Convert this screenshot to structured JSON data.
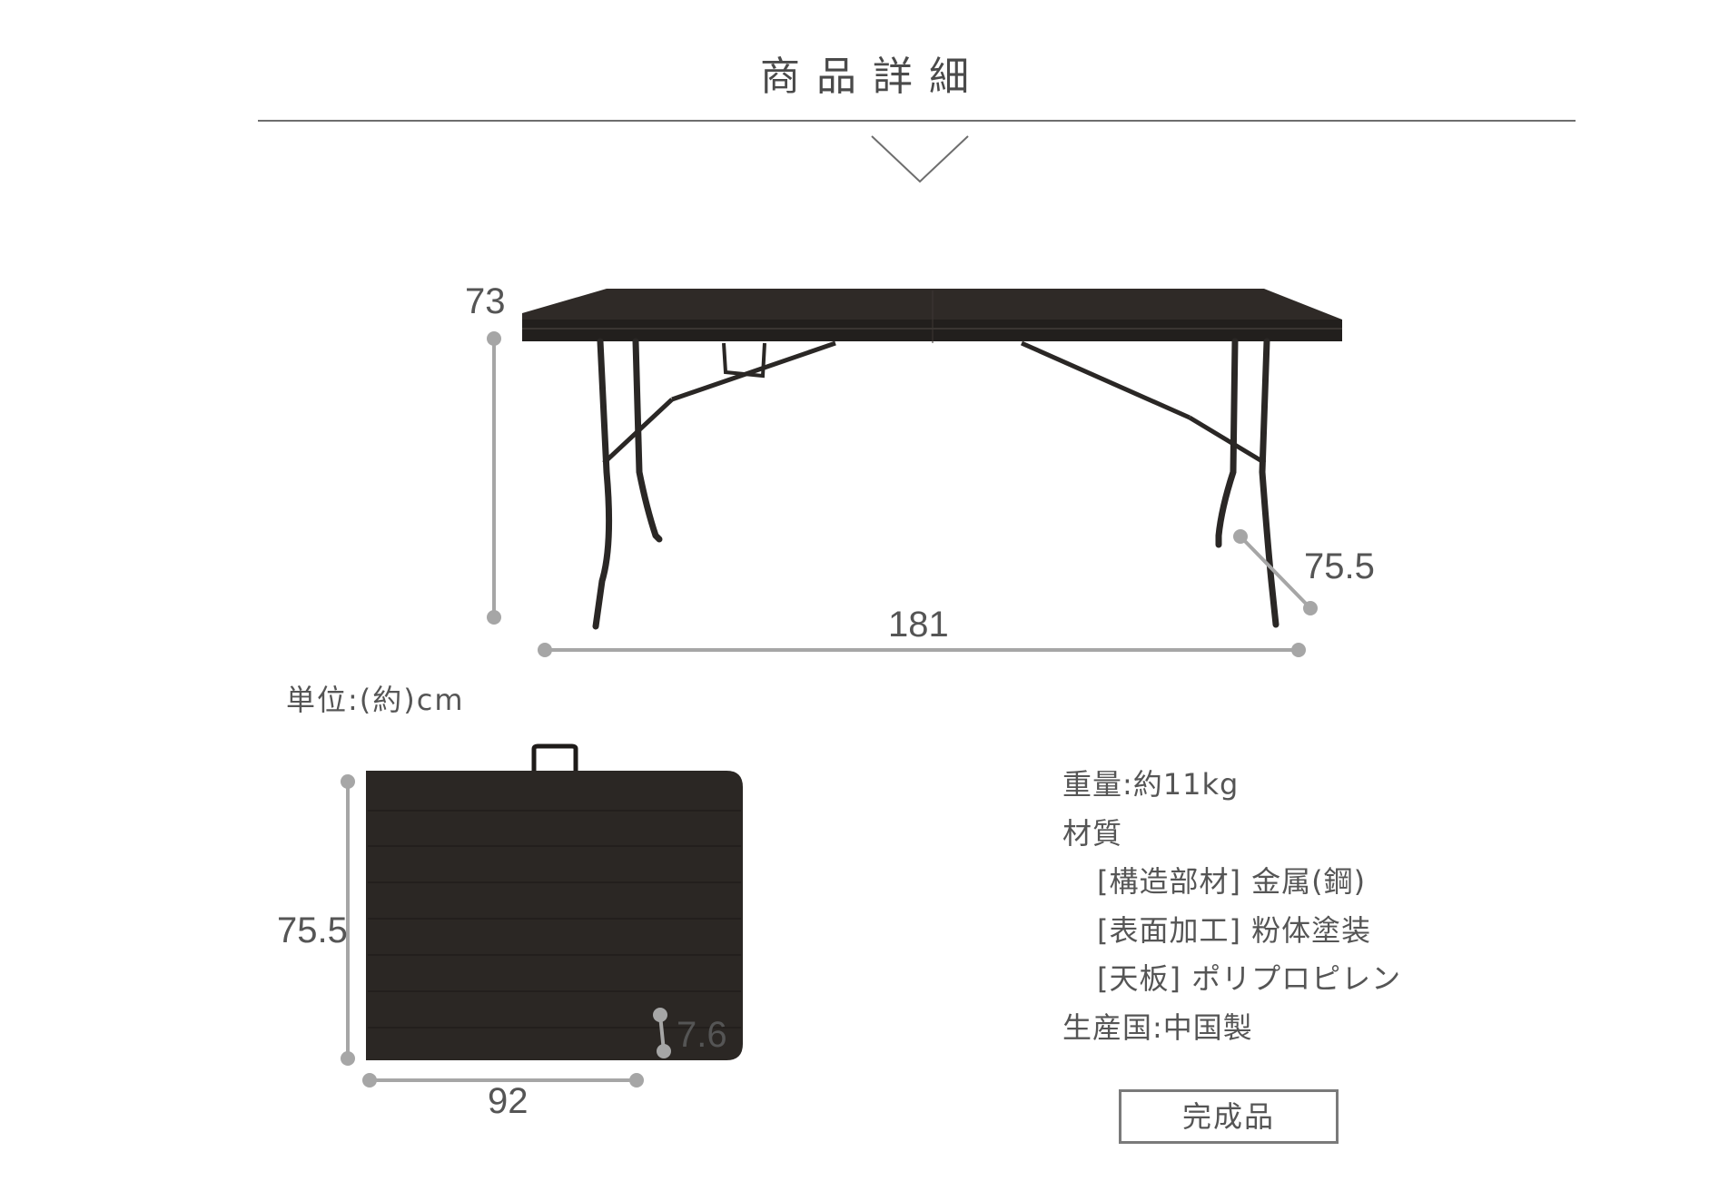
{
  "header": {
    "title": "商品詳細"
  },
  "colors": {
    "text": "#555555",
    "rule": "#6e6e6e",
    "dimension_line": "#a6a6a6",
    "table": "#2b2724"
  },
  "open_table": {
    "height_label": "73",
    "width_label": "181",
    "depth_label": "75.5"
  },
  "unit_label": "単位:(約)cm",
  "folded_table": {
    "height_label": "75.5",
    "width_label": "92",
    "thickness_label": "7.6"
  },
  "specs": {
    "weight": "重量:約11kg",
    "material_heading": "材質",
    "materials": [
      "[構造部材] 金属(鋼)",
      "[表面加工] 粉体塗装",
      "[天板] ポリプロピレン"
    ],
    "origin": "生産国:中国製"
  },
  "badge": {
    "label": "完成品"
  }
}
